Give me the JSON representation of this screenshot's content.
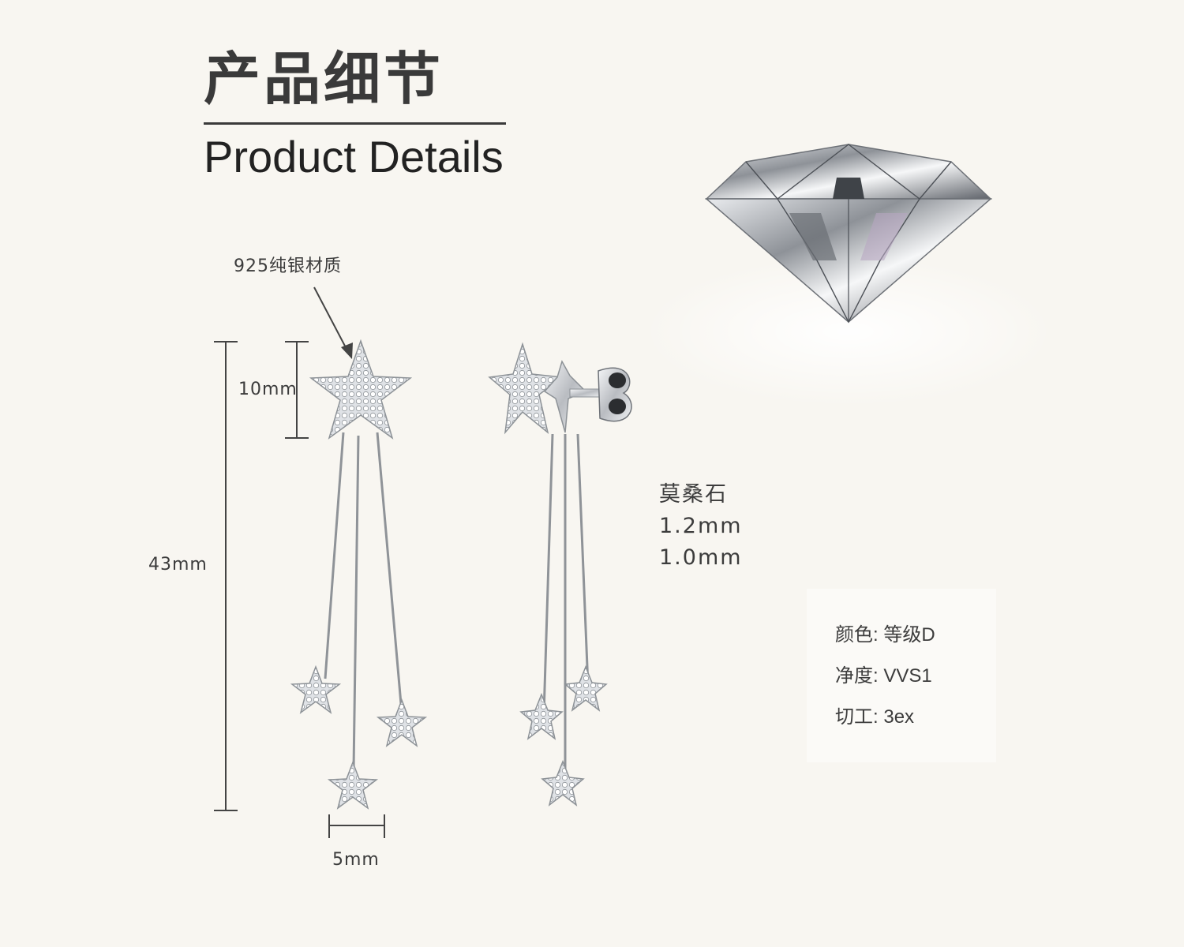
{
  "heading": {
    "cn": "产品细节",
    "en": "Product Details"
  },
  "annotations": {
    "material": "925纯银材质",
    "height_top_star": "10mm",
    "total_length": "43mm",
    "small_star_width": "5mm"
  },
  "stone": {
    "name": "莫桑石",
    "sizes": [
      "1.2mm",
      "1.0mm"
    ]
  },
  "specs": [
    {
      "label": "颜色:",
      "value": "等级D"
    },
    {
      "label": "净度:",
      "value": "VVS1"
    },
    {
      "label": "切工:",
      "value": "3ex"
    }
  ],
  "colors": {
    "background": "#f8f6f1",
    "text": "#3a3a3a",
    "silver": "#cfd2d6"
  }
}
